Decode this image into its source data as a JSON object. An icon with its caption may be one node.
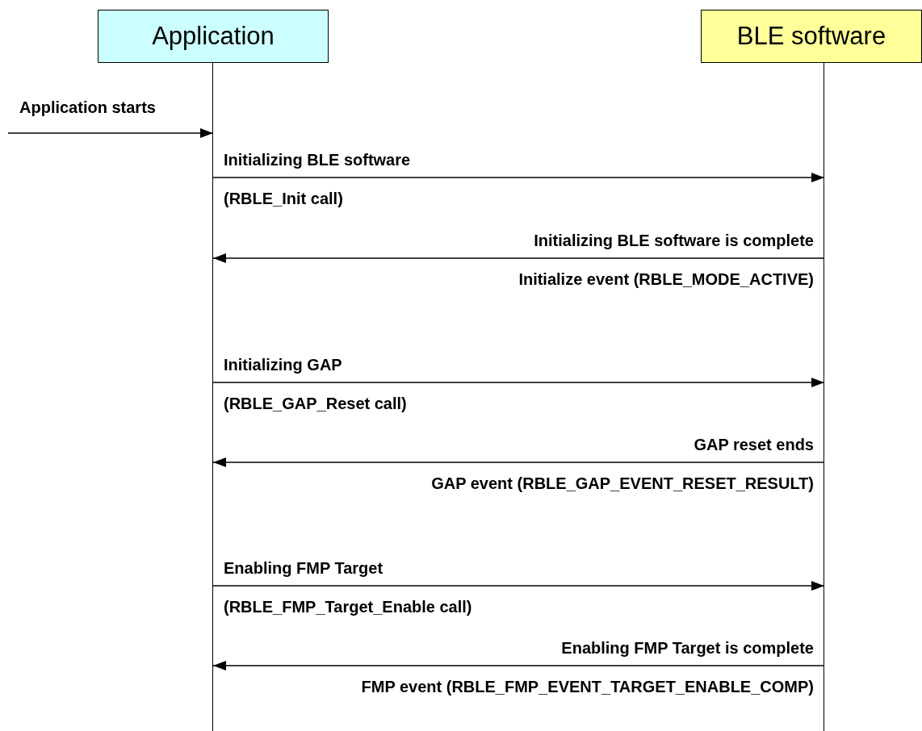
{
  "diagram": {
    "nodes": [
      {
        "text": [
          "Application"
        ]
      },
      {
        "text": [
          "BLE software"
        ]
      }
    ],
    "edges": [
      {
        "from": null,
        "to": 0,
        "arrow": "to",
        "label": "Application starts"
      },
      {
        "from": 0,
        "to": 1,
        "arrow": "to",
        "label": "Initializing BLE software"
      },
      {
        "from": 1,
        "to": 0,
        "arrow": "to",
        "label": "Initializing BLE software is complete"
      },
      {
        "from": 0,
        "to": 1,
        "arrow": "to",
        "label": "Initializing GAP"
      },
      {
        "from": 1,
        "to": 0,
        "arrow": "to",
        "label": "GAP reset ends"
      },
      {
        "from": 0,
        "to": 1,
        "arrow": "to",
        "label": "Enabling FMP Target"
      },
      {
        "from": 1,
        "to": 0,
        "arrow": "to",
        "label": "Enabling FMP Target is complete"
      }
    ],
    "labels": [
      "(RBLE_Init call)",
      "Initialize event (RBLE_MODE_ACTIVE)",
      "(RBLE_GAP_Reset call)",
      "GAP event (RBLE_GAP_EVENT_RESET_RESULT)",
      "(RBLE_FMP_Target_Enable call)",
      "FMP event (RBLE_FMP_EVENT_TARGET_ENABLE_COMP)"
    ]
  }
}
